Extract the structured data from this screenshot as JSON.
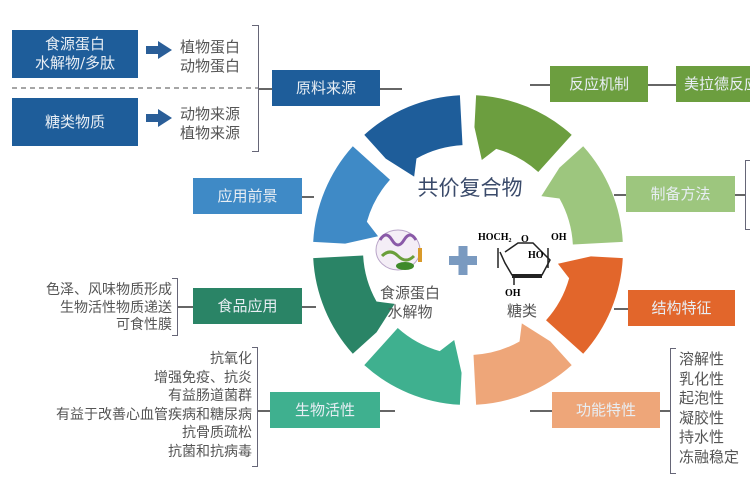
{
  "center": {
    "title": "共价复合物",
    "protein_label": [
      "食源蛋白",
      "水解物"
    ],
    "sugar_label": "糖类",
    "sugar_formula": {
      "hoch2": "HOCH₂",
      "o": "O",
      "oh_top": "OH",
      "ho": "HO",
      "oh_bottom": "OH"
    }
  },
  "sources": {
    "protein_box": [
      "食源蛋白",
      "水解物/多肽"
    ],
    "protein_items": [
      "植物蛋白",
      "动物蛋白"
    ],
    "sugar_box": "糖类物质",
    "sugar_items": [
      "动物来源",
      "植物来源"
    ],
    "label": "原料来源"
  },
  "application": "应用前景",
  "food": {
    "label": "食品应用",
    "items": [
      "色泽、风味物质形成",
      "生物活性物质递送",
      "可食性膜"
    ]
  },
  "bio": {
    "label": "生物活性",
    "items": [
      "抗氧化",
      "增强免疫、抗炎",
      "有益肠道菌群",
      "有益于改善心血管疾病和糖尿病",
      "抗骨质疏松",
      "抗菌和抗病毒"
    ]
  },
  "mechanism": {
    "label": "反应机制",
    "sub": "美拉德反应"
  },
  "preparation": "制备方法",
  "structure": "结构特征",
  "function": {
    "label": "功能特性",
    "items": [
      "溶解性",
      "乳化性",
      "起泡性",
      "凝胶性",
      "持水性",
      "冻融稳定"
    ]
  },
  "colors": {
    "dark_blue": "#1e5d9a",
    "blue": "#3f8ac6",
    "dark_green": "#2a8466",
    "teal": "#3fb08f",
    "light_orange": "#eea679",
    "orange": "#e2662b",
    "light_green": "#9dc67e",
    "green": "#6c9e3f"
  }
}
